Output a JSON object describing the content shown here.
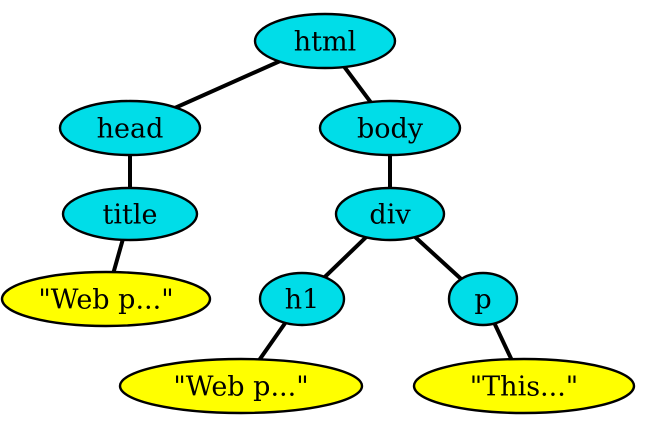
{
  "diagram": {
    "colors": {
      "element_node": "#00dde8",
      "text_node": "#ffff00",
      "edge": "#000000",
      "outline": "#000000",
      "background": "#ffffff"
    },
    "nodes": [
      {
        "id": "html",
        "label": "html",
        "kind": "element"
      },
      {
        "id": "head",
        "label": "head",
        "kind": "element"
      },
      {
        "id": "body",
        "label": "body",
        "kind": "element"
      },
      {
        "id": "title",
        "label": "title",
        "kind": "element"
      },
      {
        "id": "div",
        "label": "div",
        "kind": "element"
      },
      {
        "id": "title-text",
        "label": "\"Web p...\"",
        "kind": "text"
      },
      {
        "id": "h1",
        "label": "h1",
        "kind": "element"
      },
      {
        "id": "p",
        "label": "p",
        "kind": "element"
      },
      {
        "id": "h1-text",
        "label": "\"Web p...\"",
        "kind": "text"
      },
      {
        "id": "p-text",
        "label": "\"This...\"",
        "kind": "text"
      }
    ],
    "edges": [
      {
        "from": "html",
        "to": "head"
      },
      {
        "from": "html",
        "to": "body"
      },
      {
        "from": "head",
        "to": "title"
      },
      {
        "from": "title",
        "to": "title-text"
      },
      {
        "from": "body",
        "to": "div"
      },
      {
        "from": "div",
        "to": "h1"
      },
      {
        "from": "div",
        "to": "p"
      },
      {
        "from": "h1",
        "to": "h1-text"
      },
      {
        "from": "p",
        "to": "p-text"
      }
    ]
  }
}
